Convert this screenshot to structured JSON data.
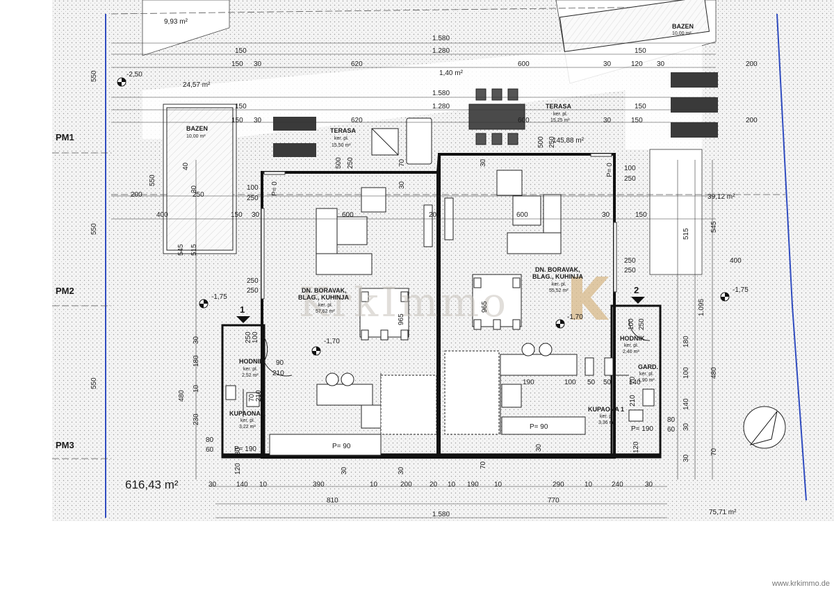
{
  "areas": {
    "top_left": "9,93 m²",
    "upper_left": "24,57 m²",
    "upper_mid": "1,40 m²",
    "upper_right": "145,88 m²",
    "right_mid": "39,12 m²",
    "bottom_right": "75,71 m²",
    "total": "616,43 m²"
  },
  "pools": [
    {
      "name": "BAZEN",
      "area": "10,00 m²"
    },
    {
      "name": "BAZEN",
      "area": "10,00 m²"
    }
  ],
  "terraces": [
    {
      "name": "TERASA",
      "floor": "ker. pl.",
      "area": "15,50 m²"
    },
    {
      "name": "TERASA",
      "floor": "ker. pl.",
      "area": "15,25 m²"
    }
  ],
  "rooms": {
    "living_left": {
      "line1": "DN. BORAVAK,",
      "line2": "BLAG., KUHINJA",
      "floor": "ker. pl.",
      "area": "57,62 m²"
    },
    "living_right": {
      "line1": "DN. BORAVAK,",
      "line2": "BLAG., KUHINJA",
      "floor": "ker. pl.",
      "area": "55,52 m²"
    },
    "hall_left": {
      "name": "HODNIK",
      "floor": "ker. pl.",
      "area": "2,52 m²"
    },
    "hall_right": {
      "name": "HODNIK",
      "floor": "ker. pl.",
      "area": "2,40 m²"
    },
    "bath_left": {
      "name": "KUPAONA 1",
      "floor": "ker. pl.",
      "area": "3,22 m²"
    },
    "bath_right": {
      "name": "KUPAONA 1",
      "floor": "ker. pl.",
      "area": "3,36 m²"
    },
    "wardrobe": {
      "name": "GARD.",
      "floor": "ker. pl.",
      "area": "1,90 m²"
    }
  },
  "entrances": [
    "1",
    "2"
  ],
  "plots": [
    "PM1",
    "PM2",
    "PM3"
  ],
  "levels": {
    "top": "-2,50",
    "left": "-1,75",
    "right": "-1,75",
    "floor_left": "-1,70",
    "floor_right": "-1,70"
  },
  "dims_top": {
    "total_a": "1.580",
    "total_b": "1.280",
    "w150": "150",
    "w30": "30",
    "w620": "620",
    "w600": "600",
    "w120": "120",
    "w200": "200",
    "w100": "100",
    "w250": "250",
    "w500": "500",
    "w70": "70",
    "w20": "20",
    "w400": "400",
    "w40": "40"
  },
  "dims_side": {
    "left_550": "550",
    "d545": "545",
    "d515": "515",
    "d480": "480",
    "d180": "180",
    "d230": "230",
    "d10": "10",
    "d80": "80",
    "d60": "60",
    "d965": "965",
    "d1095": "1.095",
    "d140": "140",
    "d190": "190"
  },
  "dims_bottom": {
    "b30": "30",
    "b140": "140",
    "b10": "10",
    "b390": "390",
    "b200": "200",
    "b20": "20",
    "b190": "190",
    "b290": "290",
    "b240": "240",
    "b810": "810",
    "b770": "770",
    "total": "1.580",
    "b120": "120"
  },
  "interior": {
    "p190": "P= 190",
    "p90": "P= 90",
    "p0": "P= 0",
    "d90": "90",
    "d210": "210",
    "d70": "70",
    "d50": "50"
  },
  "watermark": "KrkImmo",
  "url": "www.krkimmo.de",
  "colors": {
    "ink": "#1a1a1a",
    "plot_line": "#2f4bbf",
    "dotfill": "#d9d9d9",
    "watermark_gold": "#d8b98a"
  }
}
